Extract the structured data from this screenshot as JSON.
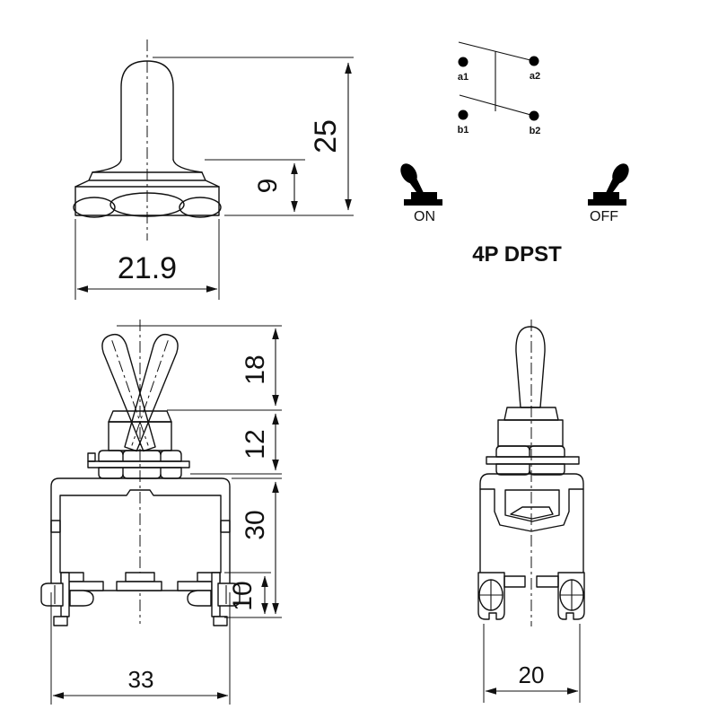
{
  "colors": {
    "line": "#111111",
    "background": "#ffffff",
    "icon_fill": "#000000"
  },
  "boot_view": {
    "dim_total_height": "25",
    "dim_base_height": "9",
    "dim_width": "21.9"
  },
  "schematic": {
    "terminals": [
      {
        "id": "a1",
        "label": "a1"
      },
      {
        "id": "a2",
        "label": "a2"
      },
      {
        "id": "b1",
        "label": "b1"
      },
      {
        "id": "b2",
        "label": "b2"
      }
    ],
    "on_label": "ON",
    "off_label": "OFF",
    "type_label": "4P DPST"
  },
  "front_view": {
    "dim_lever_height": "18",
    "dim_bushing_height": "12",
    "dim_body_height": "30",
    "dim_terminal_height": "10",
    "dim_width": "33"
  },
  "side_view": {
    "dim_width": "20"
  }
}
